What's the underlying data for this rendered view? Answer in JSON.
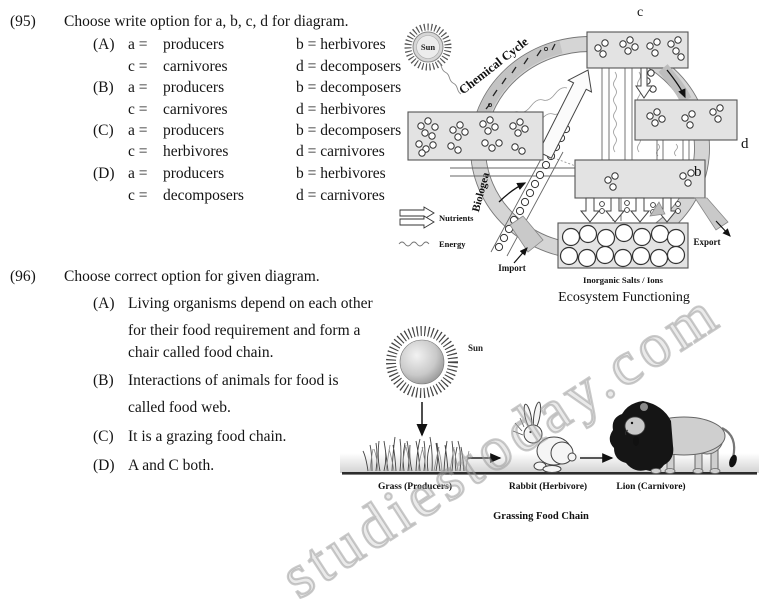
{
  "page": {
    "bg": "#ffffff",
    "text_color": "#141414"
  },
  "watermark": {
    "text": "studiestoday.com"
  },
  "q95": {
    "number": "(95)",
    "question": "Choose write option for a, b, c, d for diagram.",
    "options": [
      {
        "letter": "(A)",
        "l1k": "a =",
        "l1v": "producers",
        "r1": "b = herbivores",
        "l2k": "c =",
        "l2v": "carnivores",
        "r2": "d = decomposers"
      },
      {
        "letter": "(B)",
        "l1k": "a =",
        "l1v": "producers",
        "r1": "b = decomposers",
        "l2k": "c =",
        "l2v": "carnivores",
        "r2": "d = herbivores"
      },
      {
        "letter": "(C)",
        "l1k": "a =",
        "l1v": "producers",
        "r1": "b = decomposers",
        "l2k": "c =",
        "l2v": "herbivores",
        "r2": "d = carnivores"
      },
      {
        "letter": "(D)",
        "l1k": "a =",
        "l1v": "producers",
        "r1": "b = herbivores",
        "l2k": "c =",
        "l2v": "decomposers",
        "r2": "d = carnivores"
      }
    ]
  },
  "q96": {
    "number": "(96)",
    "question": "Choose correct option for given diagram.",
    "options": [
      {
        "letter": "(A)",
        "lines": [
          "Living organisms depend on each other",
          "for their food requirement and form a",
          "chair called food chain."
        ]
      },
      {
        "letter": "(B)",
        "lines": [
          "Interactions of animals for food is",
          "called food web."
        ]
      },
      {
        "letter": "(C)",
        "lines": [
          "It is a grazing food chain."
        ]
      },
      {
        "letter": "(D)",
        "lines": [
          "A and C both."
        ]
      }
    ]
  },
  "eco": {
    "label_c": "c",
    "label_d": "d",
    "label_b": "b",
    "sun": "Sun",
    "chemical_cycle": "Chemical Cycle",
    "biological_arc": "Biologea",
    "nutrients": "Nutrients",
    "energy": "Energy",
    "import_label": "Import",
    "export_label": "Export",
    "inorganic": "Inorganic Salts / Ions",
    "title": "Ecosystem Functioning"
  },
  "chain": {
    "sun": "Sun",
    "grass": "Grass (Producers)",
    "rabbit": "Rabbit (Herbivore)",
    "lion": "Lion (Carnivore)",
    "title": "Grassing Food Chain"
  }
}
